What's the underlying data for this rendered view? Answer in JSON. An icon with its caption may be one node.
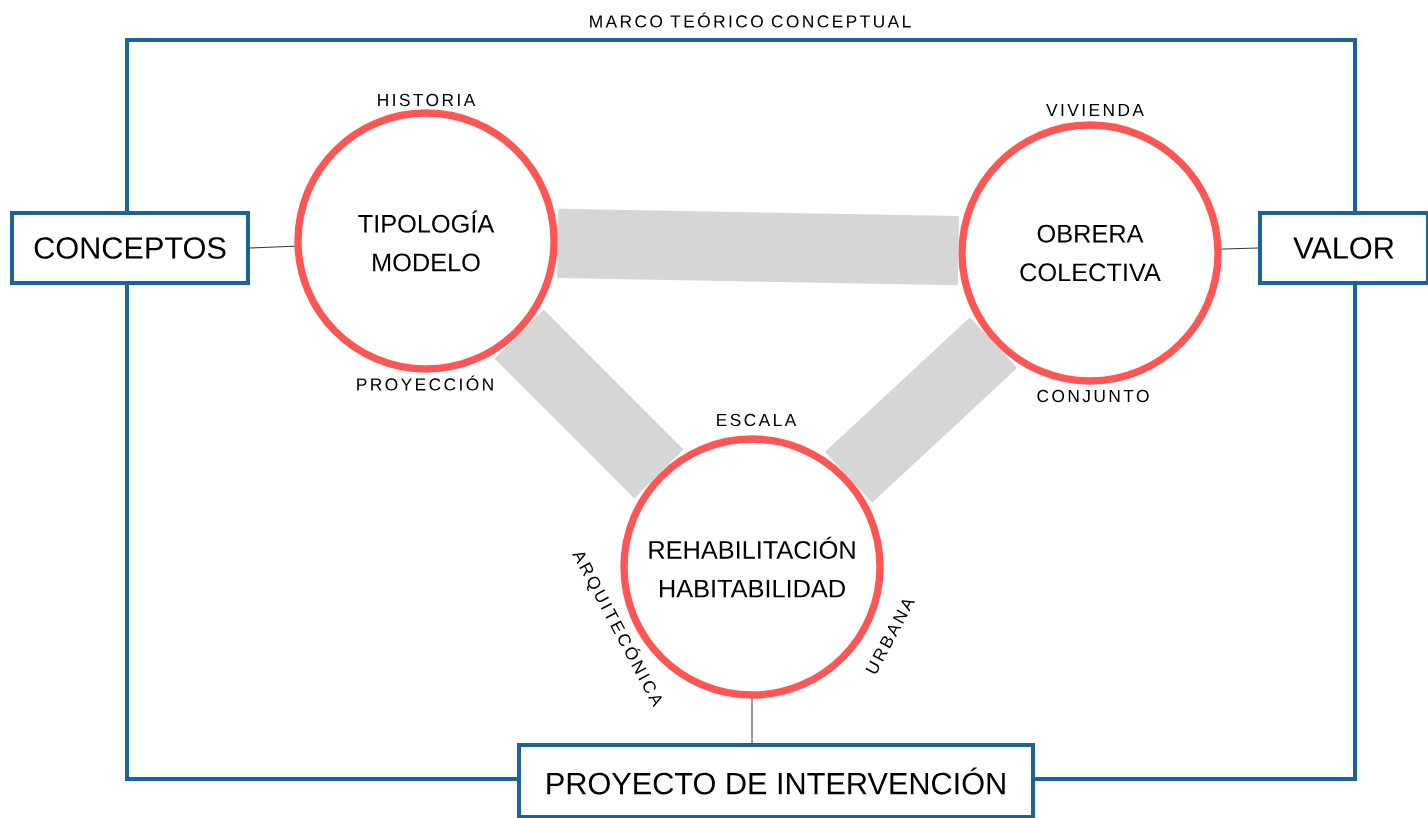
{
  "diagram": {
    "nodes": [
      {
        "text": [
          "MARCO TEÓRICO CONCEPTUAL"
        ]
      },
      {
        "text": [
          "CONCEPTOS"
        ]
      },
      {
        "text": [
          "TIPOLOGÍA",
          "MODELO"
        ],
        "beside": [
          "HISTORIA",
          "PROYECCIÓN"
        ],
        "in": 0
      },
      {
        "text": [
          "OBRERA",
          "COLECTIVA"
        ],
        "beside": [
          "VIVIENDA",
          "CONJUNTO"
        ],
        "in": 0
      },
      {
        "text": [
          "VALOR"
        ]
      },
      {
        "text": [
          "REHABILITACIÓN",
          "HABITABILIDAD"
        ],
        "beside": [
          "ESCALA",
          "ARQUITECÓNICA",
          "URBANA"
        ],
        "in": 0
      },
      {
        "text": [
          "PROYECTO DE INTERVENCIÓN"
        ]
      }
    ],
    "edges": [
      {
        "from": 1,
        "to": 2,
        "arrow": "none"
      },
      {
        "from": 2,
        "to": 3,
        "arrow": "none",
        "style": "thick",
        "color": "#d6d6d6"
      },
      {
        "from": 2,
        "to": 5,
        "arrow": "none",
        "style": "thick",
        "color": "#d6d6d6"
      },
      {
        "from": 3,
        "to": 5,
        "arrow": "none",
        "style": "thick",
        "color": "#d6d6d6"
      },
      {
        "from": 3,
        "to": 4,
        "arrow": "none"
      },
      {
        "from": 5,
        "to": 6,
        "arrow": "none"
      }
    ]
  }
}
